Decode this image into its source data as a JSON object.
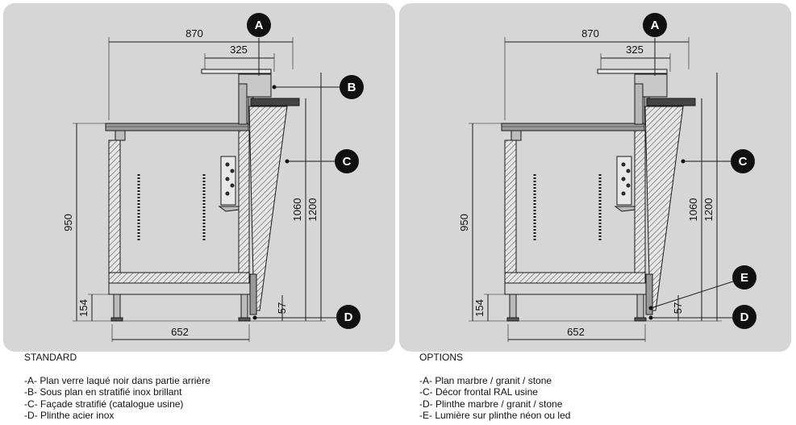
{
  "panels": [
    {
      "id": "standard",
      "title": "STANDARD",
      "dimensions": {
        "overall_depth": "870",
        "upper_depth": "325",
        "base_depth": "652",
        "counter_height": "950",
        "front_height": "1060",
        "total_height": "1200",
        "plinth_height": "154",
        "toe_height": "57"
      },
      "callouts": [
        "A",
        "B",
        "C",
        "D"
      ],
      "legend": [
        "-A- Plan verre laqué noir dans partie arrière",
        "-B- Sous plan en stratifié inox brillant",
        "-C- Façade stratifié (catalogue usine)",
        "-D- Plinthe acier inox"
      ]
    },
    {
      "id": "options",
      "title": "OPTIONS",
      "dimensions": {
        "overall_depth": "870",
        "upper_depth": "325",
        "base_depth": "652",
        "counter_height": "950",
        "front_height": "1060",
        "total_height": "1200",
        "plinth_height": "154",
        "toe_height": "57"
      },
      "callouts": [
        "A",
        "C",
        "E",
        "D"
      ],
      "legend": [
        "-A- Plan marbre / granit / stone",
        "-C- Décor frontal RAL usine",
        "-D- Plinthe marbre / granit / stone",
        "-E- Lumière sur plinthe néon ou led"
      ]
    }
  ],
  "colors": {
    "panel_background": "#d6d6d6",
    "callout_fill": "#111111",
    "line": "#1a1a1a"
  }
}
